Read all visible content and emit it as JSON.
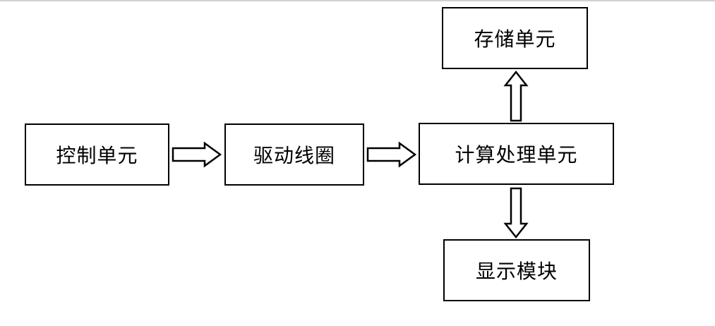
{
  "diagram": {
    "boxes": {
      "control": "控制单元",
      "drive": "驱动线圈",
      "calc": "计算处理单元",
      "storage": "存储单元",
      "display": "显示模块"
    }
  }
}
